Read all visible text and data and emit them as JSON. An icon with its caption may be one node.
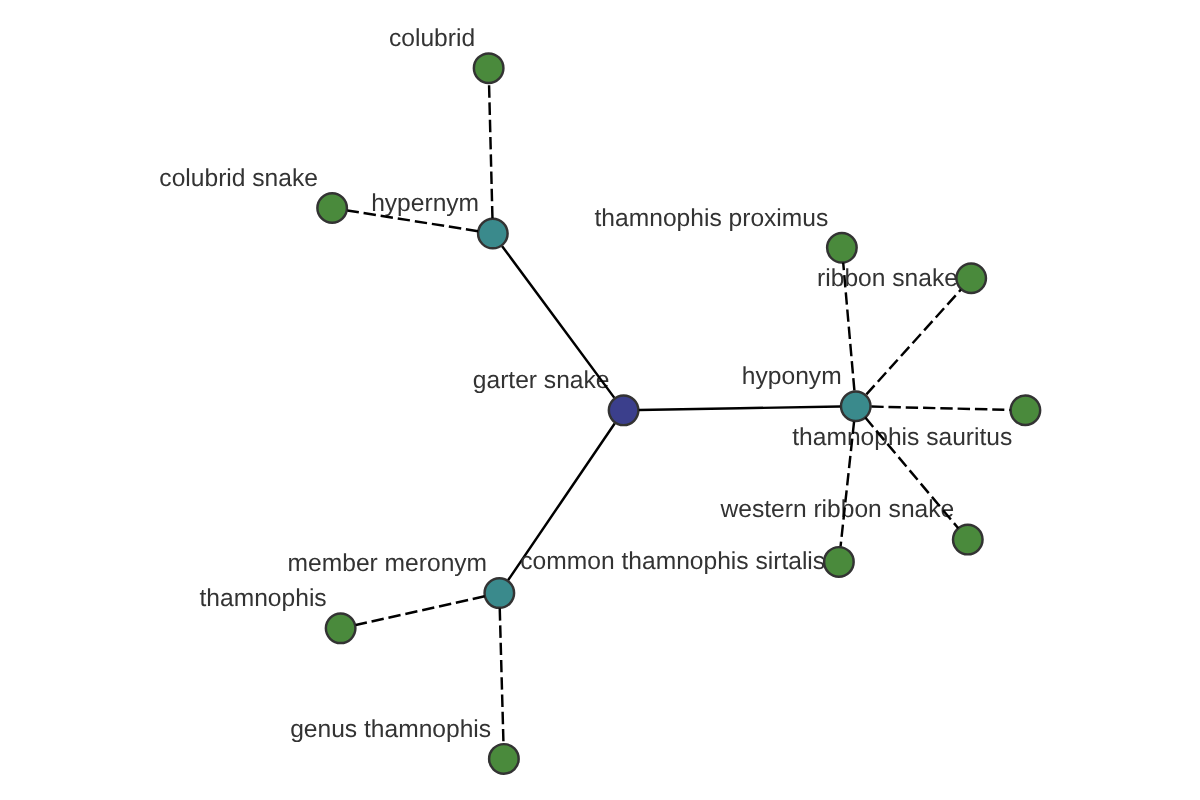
{
  "diagram": {
    "nodes": [
      {
        "text": [
          "thamnophis"
        ]
      },
      {
        "text": [
          "genus thamnophis"
        ]
      },
      {
        "text": [
          "member meronym"
        ]
      },
      {
        "text": [
          "garter snake"
        ]
      },
      {
        "text": [
          "thamnophis proximus"
        ]
      },
      {
        "text": [
          "hypernym"
        ]
      },
      {
        "text": [
          "hyponym"
        ]
      },
      {
        "text": [
          "thamnophis sauritus"
        ]
      },
      {
        "text": [
          "colubrid snake"
        ]
      },
      {
        "text": [
          "western ribbon snake"
        ]
      },
      {
        "text": [
          "common thamnophis sirtalis"
        ]
      },
      {
        "text": [
          "colubrid"
        ]
      },
      {
        "text": [
          "ribbon snake"
        ]
      }
    ],
    "edges": [
      {
        "from": 3,
        "to": 2,
        "arrow": "none"
      },
      {
        "from": 3,
        "to": 6,
        "arrow": "none"
      },
      {
        "from": 3,
        "to": 5,
        "arrow": "none"
      },
      {
        "from": 2,
        "to": 0,
        "arrow": "none",
        "style": "dashed"
      },
      {
        "from": 2,
        "to": 1,
        "arrow": "none",
        "style": "dashed"
      },
      {
        "from": 6,
        "to": 4,
        "arrow": "none",
        "style": "dashed"
      },
      {
        "from": 6,
        "to": 7,
        "arrow": "none",
        "style": "dashed"
      },
      {
        "from": 6,
        "to": 9,
        "arrow": "none",
        "style": "dashed"
      },
      {
        "from": 6,
        "to": 10,
        "arrow": "none",
        "style": "dashed"
      },
      {
        "from": 6,
        "to": 12,
        "arrow": "none",
        "style": "dashed"
      },
      {
        "from": 5,
        "to": 11,
        "arrow": "none",
        "style": "dashed"
      },
      {
        "from": 5,
        "to": 8,
        "arrow": "none",
        "style": "dashed"
      }
    ]
  }
}
